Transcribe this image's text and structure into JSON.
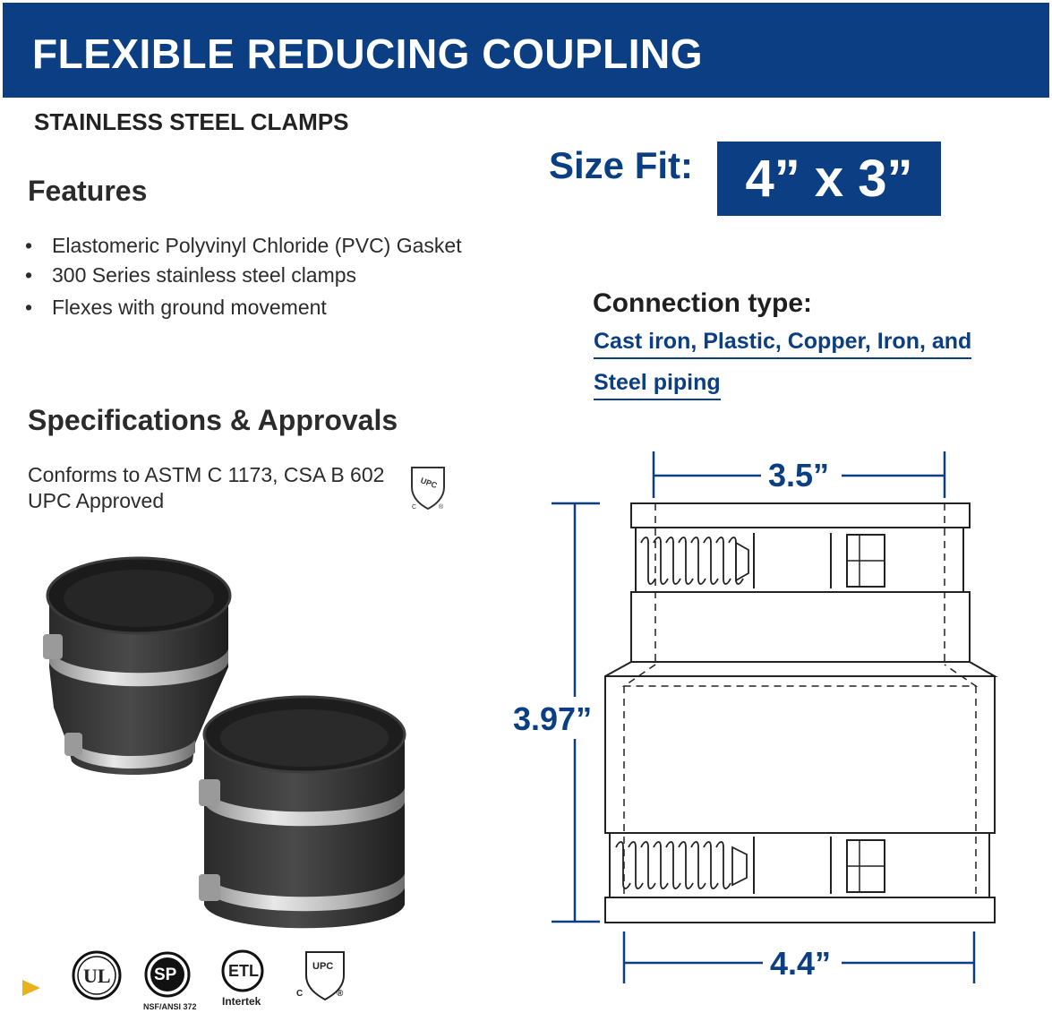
{
  "header": {
    "title": "FLEXIBLE REDUCING COUPLING"
  },
  "subtitle": "STAINLESS STEEL CLAMPS",
  "features": {
    "heading": "Features",
    "items": [
      "Elastomeric Polyvinyl Chloride (PVC) Gasket",
      "300 Series stainless steel clamps",
      "Flexes with ground movement"
    ]
  },
  "specs": {
    "heading": "Specifications & Approvals",
    "lines": [
      "Conforms to ASTM C 1173, CSA B 602",
      "UPC Approved"
    ]
  },
  "size_fit": {
    "label": "Size Fit:",
    "value": "4” x 3”"
  },
  "connection": {
    "label": "Connection type:",
    "lines": [
      "Cast iron, Plastic, Copper, Iron, and",
      "Steel piping"
    ]
  },
  "dimensions": {
    "top_width": "3.5”",
    "height": "3.97”",
    "bottom_width": "4.4”"
  },
  "certifications": {
    "ul": "UL",
    "csa": "SP",
    "csa_caption": "NSF/ANSI 372",
    "etl": "ETL",
    "etl_caption": "Intertek",
    "upc": "UPC",
    "upc_c": "C",
    "upc_r": "®"
  },
  "colors": {
    "brand_blue": "#0b3e82",
    "accent_gold": "#e8b21a"
  },
  "icons": [
    "upc-mark-icon",
    "ul-logo-icon",
    "csa-logo-icon",
    "etl-logo-icon",
    "play-arrow-icon"
  ]
}
